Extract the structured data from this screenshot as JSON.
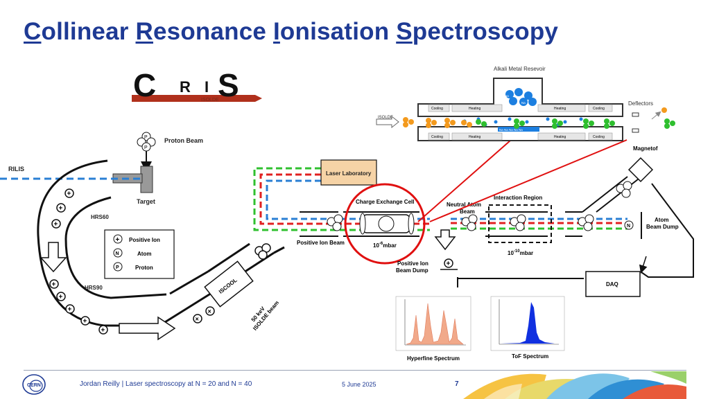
{
  "title": {
    "parts": [
      {
        "text": "C",
        "underline": true
      },
      {
        "text": "ollinear ",
        "underline": false
      },
      {
        "text": "R",
        "underline": true
      },
      {
        "text": "esonance ",
        "underline": false
      },
      {
        "text": "I",
        "underline": true
      },
      {
        "text": "onisation ",
        "underline": false
      },
      {
        "text": "S",
        "underline": true
      },
      {
        "text": "pectroscopy",
        "underline": false
      }
    ]
  },
  "logo": {
    "letters": [
      "C",
      "R",
      "I",
      "S"
    ],
    "subtext": "ISOLDE"
  },
  "labels": {
    "proton_beam": "Proton Beam",
    "rilis": "RILIS",
    "target": "Target",
    "hrs60": "HRS60",
    "hrs90": "HRS90",
    "iscool": "ISCOOL",
    "beam_energy": "50 keV",
    "beam_name": "ISOLDE beam",
    "laser_lab": "Laser Laboratory",
    "charge_exchange": "Charge Exchange Cell",
    "cec_pressure_base": "10",
    "cec_pressure_exp": "-6",
    "cec_pressure_unit": "mbar",
    "positive_ion_beam": "Positive Ion Beam",
    "neutral_atom_beam_1": "Neutral Atom",
    "neutral_atom_beam_2": "Beam",
    "interaction_region": "Interaction Region",
    "ir_pressure_base": "10",
    "ir_pressure_exp": "-10",
    "ir_pressure_unit": "mbar",
    "positive_ion_dump_1": "Positive Ion",
    "positive_ion_dump_2": "Beam Dump",
    "atom_dump_1": "Atom",
    "atom_dump_2": "Beam Dump",
    "magnetof": "Magnetof",
    "daq": "DAQ",
    "hyperfine_spectrum": "Hyperfine Spectrum",
    "tof_spectrum": "ToF Spectrum",
    "alkali_metal": "Alkali Metal Resevoir",
    "deflectors": "Deflectors",
    "isolde_arrow": "ISOLDE",
    "cooling": "Cooling",
    "heating": "Heating",
    "na": "Na"
  },
  "legend": {
    "items": [
      {
        "symbol": "+",
        "label": "Positive Ion"
      },
      {
        "symbol": "N",
        "label": "Atom"
      },
      {
        "symbol": "P",
        "label": "Proton"
      }
    ]
  },
  "footer": {
    "author": "Jordan Reilly | Laser spectroscopy at N = 20 and N = 40",
    "date": "5 June 2025",
    "page": "7",
    "cern_logo": "CERN"
  },
  "colors": {
    "title": "#1e3a94",
    "laser_red": "#e02020",
    "laser_green": "#2fc02f",
    "laser_blue": "#2a7fd4",
    "highlight_red": "#e01010",
    "ion_orange": "#f39a1e",
    "atom_green": "#2fbf2f",
    "na_blue": "#1c7fe0",
    "logo_arrow": "#b0301c"
  }
}
